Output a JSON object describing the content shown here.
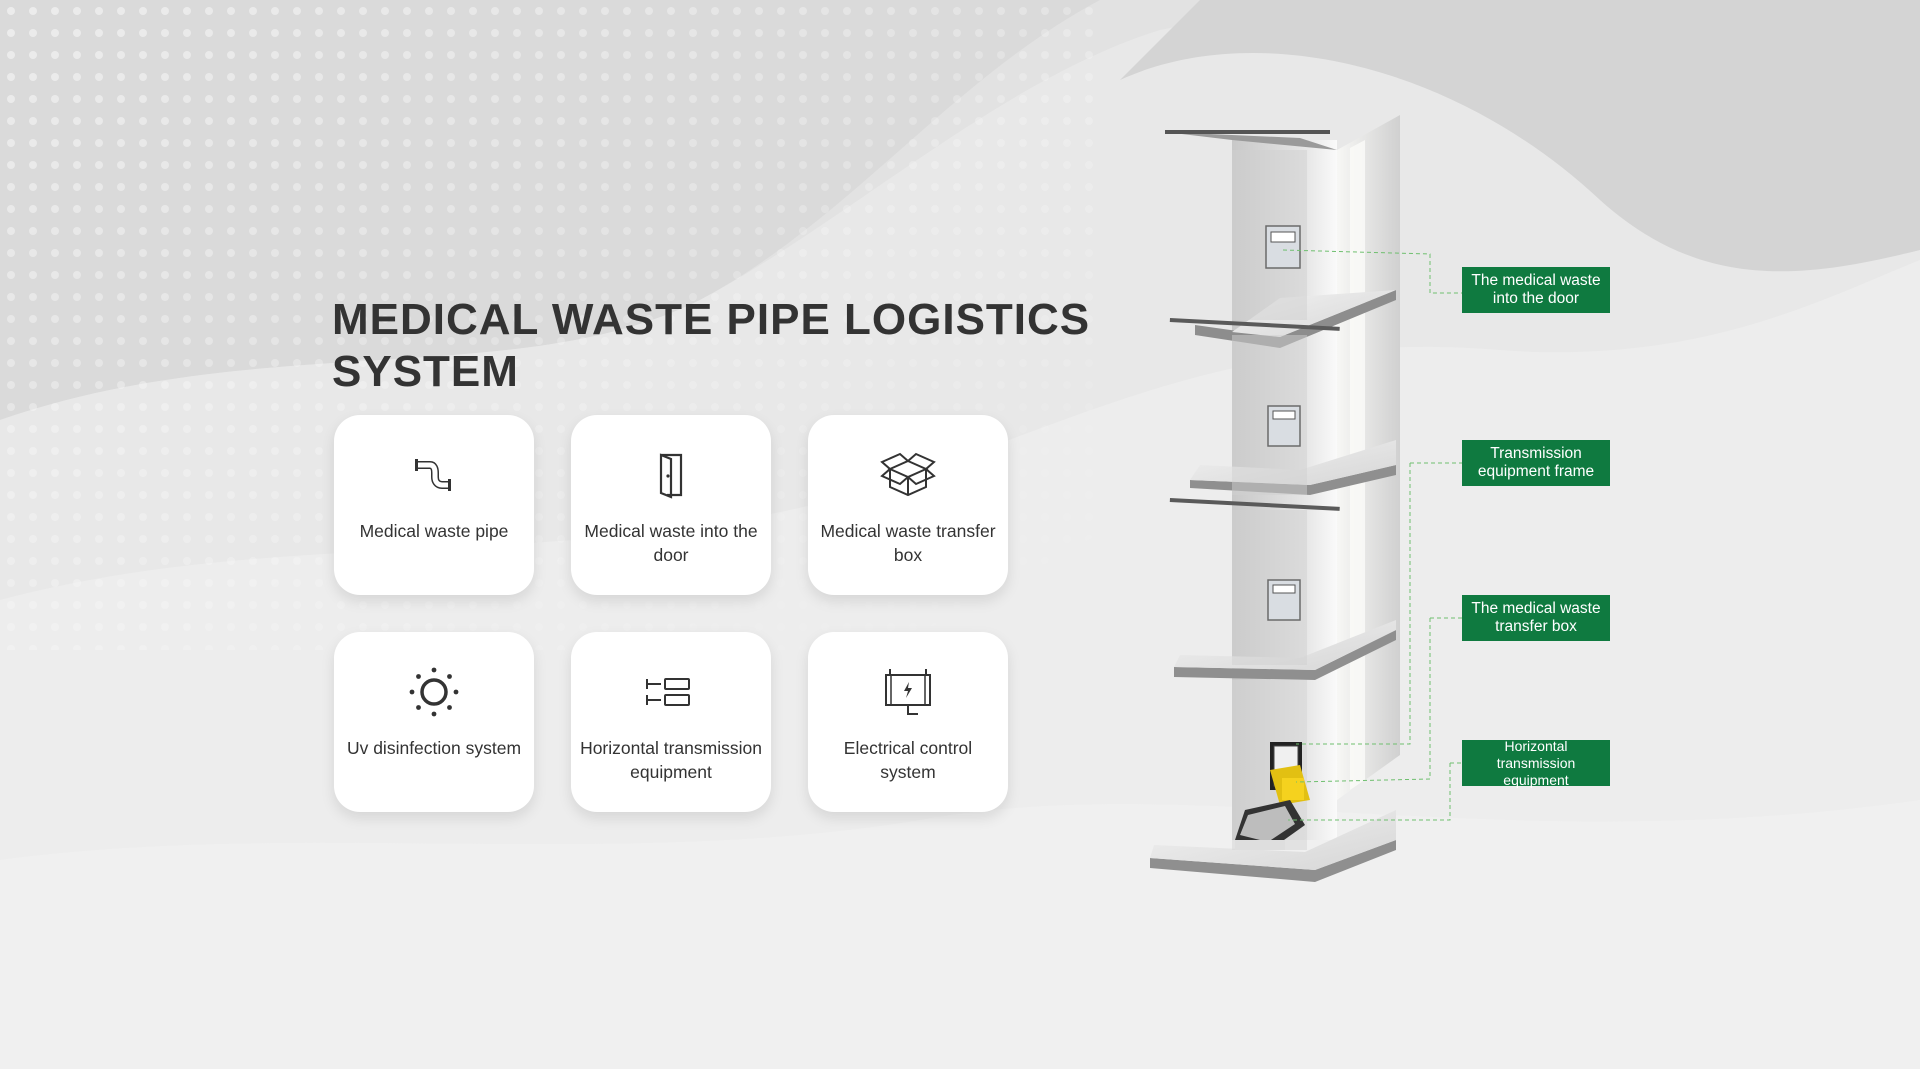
{
  "page": {
    "title": "MEDICAL WASTE PIPE LOGISTICS SYSTEM"
  },
  "features": [
    {
      "label": "Medical waste pipe",
      "icon": "pipe-icon"
    },
    {
      "label": "Medical waste into the door",
      "icon": "door-icon"
    },
    {
      "label": "Medical waste transfer box",
      "icon": "box-icon"
    },
    {
      "label": "Uv disinfection system",
      "icon": "sun-icon"
    },
    {
      "label": "Horizontal transmission equipment",
      "icon": "transmission-icon"
    },
    {
      "label": "Electrical control system",
      "icon": "control-cabinet-icon"
    }
  ],
  "callouts": [
    {
      "label": "The medical waste into the door"
    },
    {
      "label": "Transmission equipment frame"
    },
    {
      "label": "The medical waste transfer box"
    },
    {
      "label": "Horizontal transmission equipment"
    }
  ],
  "colors": {
    "accent": "#0f7a40",
    "text": "#333333",
    "card": "#ffffff",
    "background": "#e4e4e4"
  }
}
